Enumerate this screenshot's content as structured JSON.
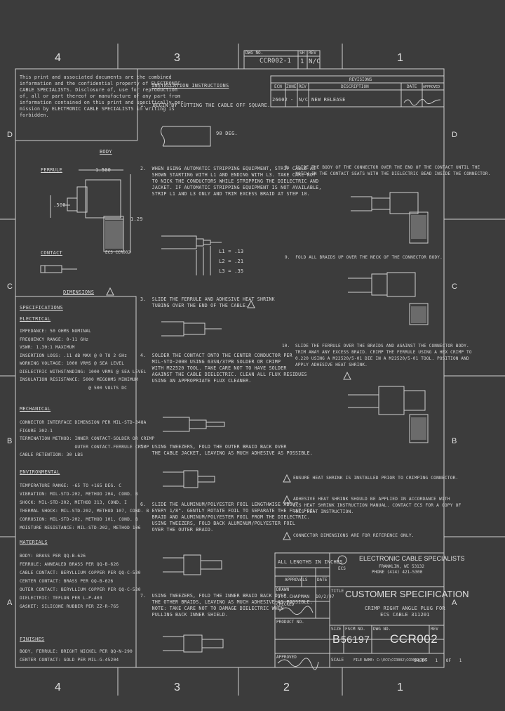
{
  "zones": {
    "top": [
      "4",
      "3",
      "2",
      "1"
    ],
    "bottom": [
      "4",
      "3",
      "2",
      "1"
    ],
    "left": [
      "D",
      "C",
      "B",
      "A"
    ],
    "right": [
      "D",
      "C",
      "B",
      "A"
    ]
  },
  "title_top": {
    "dwg_no_label": "DWG NO.",
    "dwg_no": "CCR002-1",
    "sh_label": "SH",
    "sh": "1",
    "rev_label": "REV",
    "rev": "N/C"
  },
  "revisions": {
    "heading": "REVISIONS",
    "cols": [
      "ECN",
      "ZONE",
      "REV",
      "DESCRIPTION",
      "DATE",
      "APPROVED"
    ],
    "row": {
      "ecn": "26602",
      "zone": "-",
      "rev": "N/C",
      "description": "NEW RELEASE"
    }
  },
  "proprietary": "This print and associated documents are the combined\ninformation and the confidential property of ELECTRONIC\nCABLE SPECIALISTS. Disclosure of, use for reproduction\nof, all or part thereof or manufacture of any part from\ninformation contained on this print and specifically per-\nmission by ELECTRONIC CABLE SPECIALISTS in writing is\nforbidden.",
  "drawing": {
    "body_label": "BODY",
    "ferrule_label": "FERRULE",
    "contact_label": "CONTACT",
    "dim_1": "1.500",
    "dim_2": ".500",
    "dim_3": "1.29",
    "dimensions_label": "DIMENSIONS",
    "ecs_label": "ECS CCR002"
  },
  "install": {
    "heading": "INSTALLATION INSTRUCTIONS",
    "step1": "1.  BEGIN BY CUTTING THE CABLE OFF SQUARE.",
    "deg": "90 DEG.",
    "step2": "2.  WHEN USING AUTOMATIC STRIPPING EQUIPMENT, STRIP CABLE AS\n    SHOWN STARTING WITH L1 AND ENDING WITH L3. TAKE CARE NOT\n    TO NICK THE CONDUCTORS WHILE STRIPPING THE DIELECTRIC AND\n    JACKET. IF AUTOMATIC STRIPPING EQUIPMENT IS NOT AVAILABLE,\n    STRIP L1 AND L3 ONLY AND TRIM EXCESS BRAID AT STEP 10.",
    "l1": "L1 = .13",
    "l2": "L2 = .21",
    "l3": "L3 = .35",
    "step3": "3.  SLIDE THE FERRULE AND ADHESIVE HEAT SHRINK\n    TUBING OVER THE END OF THE CABLE.",
    "step4": "4.  SOLDER THE CONTACT ONTO THE CENTER CONDUCTOR PER\n    MIL-STD-2000 USING 63SN/37PB SOLDER OR CRIMP\n    WITH M22520 TOOL. TAKE CARE NOT TO HAVE SOLDER\n    AGAINST THE CABLE DIELECTRIC. CLEAN ALL FLUX RESIDUES\n    USING AN APPROPRIATE FLUX CLEANER.",
    "step5": "5.  USING TWEEZERS, FOLD THE OUTER BRAID BACK OVER\n    THE CABLE JACKET, LEAVING AS MUCH ADHESIVE AS POSSIBLE.",
    "step6": "6.  SLIDE THE ALUMINUM/POLYESTER FOIL LENGTHWISE ABOUT\n    EVERY 1/8\". GENTLY ROTATE FOIL TO SEPARATE THE FLAT FOIL\n    BRAID AND ALUMINUM/POLYESTER FOIL FROM THE DIELECTRIC.\n    USING TWEEZERS, FOLD BACK ALUMINUM/POLYESTER FOIL\n    OVER THE OUTER BRAID.",
    "step7": "7.  USING TWEEZERS, FOLD THE INNER BRAID BACK OVER\n    THE OTHER BRAIDS, LEAVING AS MUCH ADHESIVE AS POSSIBLE.\n    NOTE: TAKE CARE NOT TO DAMAGE DIELECTRIC WHEN\n    PULLING BACK INNER SHIELD.",
    "step8": "8.  SLIDE THE BODY OF THE CONNECTOR OVER THE END OF THE CONTACT UNTIL THE\n    NOTCH IN THE CONTACT SEATS WITH THE DIELECTRIC BEAD INSIDE THE CONNECTOR.",
    "step9": "9.  FOLD ALL BRAIDS UP OVER THE NECK OF THE CONNECTOR BODY.",
    "step10": "10.  SLIDE THE FERRULE OVER THE BRAIDS AND AGAINST THE CONNECTOR BODY.\n     TRIM AWAY ANY EXCESS BRAID. CRIMP THE FERRULE USING A HEX CRIMP TO\n     0.220 USING A M22520/5-01 DIE IN A M22520/5-01 TOOL. POSITION AND\n     APPLY ADHESIVE HEAT SHRINK."
  },
  "notes": {
    "n1": "ENSURE HEAT SHRINK IS INSTALLED PRIOR TO CRIMPING CONNECTOR.",
    "n2": "ADHESIVE HEAT SHRINK SHOULD BE APPLIED IN ACCORDANCE WITH\nECS HEAT SHRINK INSTRUCTION MANUAL. CONTACT ECS FOR A COPY OF\nTHIS HEAT INSTRUCTION.",
    "n3": "CONNECTOR DIMENSIONS ARE FOR REFERENCE ONLY."
  },
  "specs": {
    "heading": "SPECIFICATIONS",
    "electrical": "ELECTRICAL",
    "elec_lines": "IMPEDANCE: 50 OHMS NOMINAL\nFREQUENCY RANGE: 0-11 GHz\nVSWR: 1.30:1 MAXIMUM\nINSERTION LOSS: .11 dB MAX @ 0 TO 2 GHz\nWORKING VOLTAGE: 1000 VRMS @ SEA LEVEL\nDIELECTRIC WITHSTANDING: 1000 VRMS @ SEA LEVEL\nINSULATION RESISTANCE: 5000 MEGOHMS MINIMUM\n                         @ 500 VOLTS DC",
    "mechanical": "MECHANICAL",
    "mech_lines": "CONNECTOR INTERFACE DIMENSION PER MIL-STD-348A\nFIGURE 302-1\nTERMINATION METHOD: INNER CONTACT-SOLDER OR CRIMP\n                    OUTER CONTACT-FERRULE CRIMP\nCABLE RETENTION: 30 LBS",
    "environmental": "ENVIRONMENTAL",
    "env_lines": "TEMPERATURE RANGE: -65 TO +165 DEG. C\nVIBRATION: MIL-STD-202, METHOD 204, COND. B\nSHOCK: MIL-STD-202, METHOD 213, COND. I\nTHERMAL SHOCK: MIL-STD-202, METHOD 107, COND. B\nCORROSION: MIL-STD-202, METHOD 101, COND. B\nMOISTURE RESISTANCE: MIL-STD-202, METHOD 106",
    "materials": "MATERIALS",
    "mat_lines": "BODY: BRASS PER QQ-B-626\nFERRULE: ANNEALED BRASS PER QQ-B-626\nCABLE CONTACT: BERYLLIUM COPPER PER QQ-C-530\nCENTER CONTACT: BRASS PER QQ-B-626\nOUTER CONTACT: BERYLLIUM COPPER PER QQ-C-530\nDIELECTRIC: TEFLON PER L-P-403\nGASKET: SILICONE RUBBER PER ZZ-R-765",
    "finishes": "FINISHES",
    "fin_lines": "BODY, FERRULE: BRIGHT NICKEL PER QQ-N-290\nCENTER CONTACT: GOLD PER MIL-G-45204"
  },
  "titleblock": {
    "all_lengths": "ALL LENGTHS IN INCHES",
    "company": "ELECTRONIC CABLE SPECIALISTS",
    "addr1": "FRANKLIN, WI 53132",
    "addr2": "PHONE (414) 421-5300",
    "logo": "ECS",
    "approvals": "APPROVALS",
    "date": "DATE",
    "drawn_label": "DRAWN",
    "drawn": "J.C.CHAPMAN",
    "drawn_date": "10/2/97",
    "checked_label": "CHECKED",
    "title_label": "TITLE",
    "title": "CUSTOMER SPECIFICATION",
    "subtitle": "CRIMP RIGHT ANGLE PLUG FOR\nECS CABLE 311201",
    "product_label": "PRODUCT NO.",
    "size_label": "SIZE",
    "fscm_label": "FSCM NO.",
    "dwg_label": "DWG NO.",
    "size": "B",
    "fscm": "56197",
    "dwg_no": "CCR002",
    "rev_label": "REV",
    "filename": "FILE NAME: C:\\ECS\\CCR002\\CCR002.DWG",
    "scale": "SCALE",
    "sheet": "SHEET   1   OF   1",
    "approved_label": "APPROVED"
  }
}
